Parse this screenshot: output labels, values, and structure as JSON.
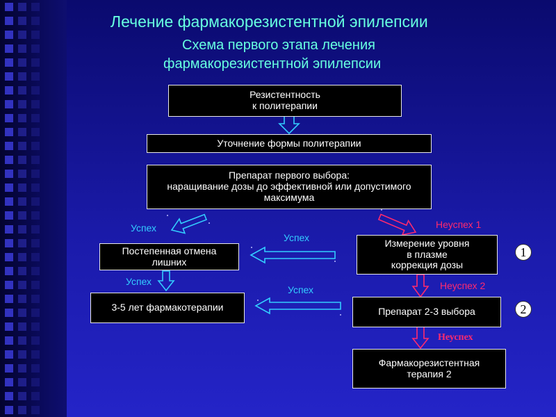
{
  "titles": {
    "main": "Лечение фармакорезистентной эпилепсии",
    "sub1": "Схема первого этапа лечения",
    "sub2": "фармакорезистентной эпилепсии"
  },
  "boxes": {
    "resistance": "Резистентность\nк политерапии",
    "clarify": "Уточнение формы политерапии",
    "first_choice": "Препарат первого выбора:\nнаращивание дозы до эффективной или допустимого\nмаксимума",
    "gradual_withdrawal": "Постепенная отмена\nлишних",
    "measure": "Измерение уровня\nв плазме\nкоррекция дозы",
    "years": "3-5 лет фармакотерапии",
    "drug_2_3": "Препарат 2-3 выбора",
    "therapy2": "Фармакорезистентная\nтерапия 2"
  },
  "labels": {
    "success1": "Успех",
    "success2": "Успех",
    "success3": "Успех",
    "success4": "Успех",
    "fail1": "Неуспех 1",
    "fail2": "Неуспех 2",
    "fail3": "Неуспех"
  },
  "badges": {
    "one": "1",
    "two": "2"
  },
  "colors": {
    "title": "#66ffe0",
    "success": "#33ccff",
    "failure": "#ff2a6e",
    "box_bg": "#000000"
  }
}
